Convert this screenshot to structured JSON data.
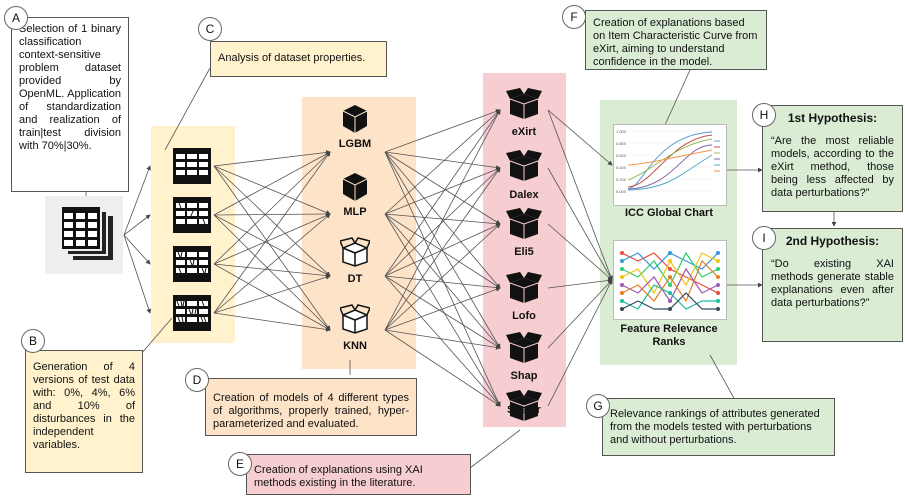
{
  "circles": {
    "a": "A",
    "b": "B",
    "c": "C",
    "d": "D",
    "e": "E",
    "f": "F",
    "g": "G",
    "h": "H",
    "i": "I"
  },
  "texts": {
    "a": "Selection of 1 binary classification context-sensitive problem dataset provided by OpenML. Application of standardization and realization of train|test division with 70%|30%.",
    "b": "Generation of 4 versions of test data with: 0%, 4%, 6% and 10% of disturbances in the independent variables.",
    "c": "Analysis of dataset properties.",
    "d": "Creation of models of 4 different types of algorithms, properly trained, hyper-parameterized and evaluated.",
    "e": "Creation of explanations using XAI methods existing in the literature.",
    "f": "Creation of explanations based on Item Characteristic Curve from eXirt, aiming to understand confidence in the model.",
    "g": "Relevance rankings of attributes generated from the models tested with perturbations and without perturbations.",
    "h_title": "1st Hypothesis:",
    "h_body": "“Are the most reliable models, according to the eXirt method, those being less affected by data perturbations?”",
    "i_title": "2nd Hypothesis:",
    "i_body": "“Do existing XAI methods generate stable explanations even after data perturbations?”"
  },
  "models": [
    "LGBM",
    "MLP",
    "DT",
    "KNN"
  ],
  "xai_methods": [
    "eXirt",
    "Dalex",
    "Eli5",
    "Lofo",
    "Shap",
    "Skater"
  ],
  "outputs": {
    "icc_title": "ICC Global Chart",
    "frr_title": "Feature Relevance Ranks",
    "icc_yticks": [
      "1.000",
      "0.800",
      "0.600",
      "0.400",
      "0.200",
      "0.000"
    ]
  },
  "colors": {
    "yellow": "#fff2cc",
    "orange": "#fde3c8",
    "pink": "#f6cdd0",
    "green": "#dbecd4"
  }
}
